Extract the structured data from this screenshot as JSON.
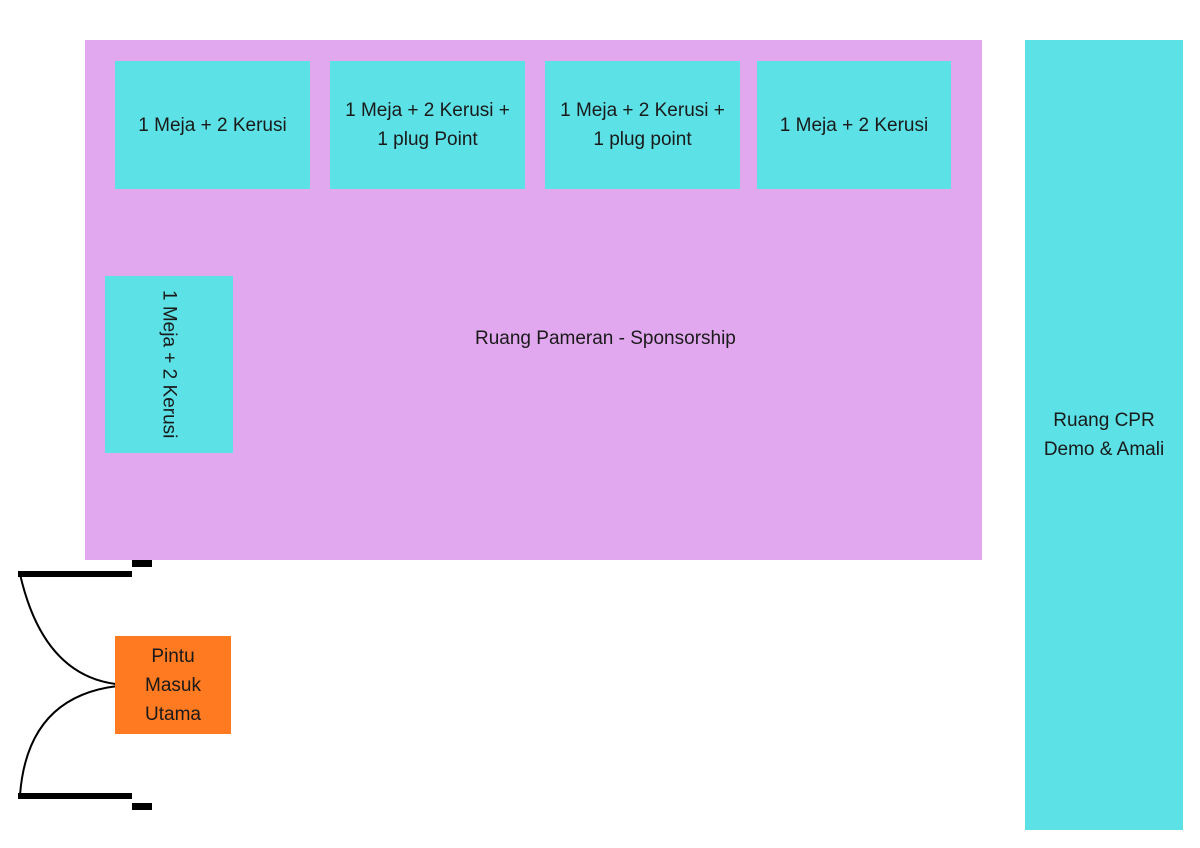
{
  "colors": {
    "hall": "#e1a8ef",
    "booth": "#5ce1e6",
    "cpr_room": "#5ce1e6",
    "entrance": "#ff7a21",
    "door": "#000000"
  },
  "hall": {
    "label": "Ruang Pameran - Sponsorship",
    "booths": [
      {
        "label": "1 Meja +  2 Kerusi"
      },
      {
        "label": "1 Meja +  2 Kerusi +\n1 plug Point"
      },
      {
        "label": "1 Meja +  2 Kerusi +\n1 plug point"
      },
      {
        "label": "1 Meja +  2 Kerusi"
      },
      {
        "label": "1 Meja +  2 Kerusi"
      }
    ]
  },
  "cpr_room": {
    "label": "Ruang CPR\nDemo & Amali"
  },
  "entrance": {
    "label": "Pintu\nMasuk\nUtama"
  }
}
